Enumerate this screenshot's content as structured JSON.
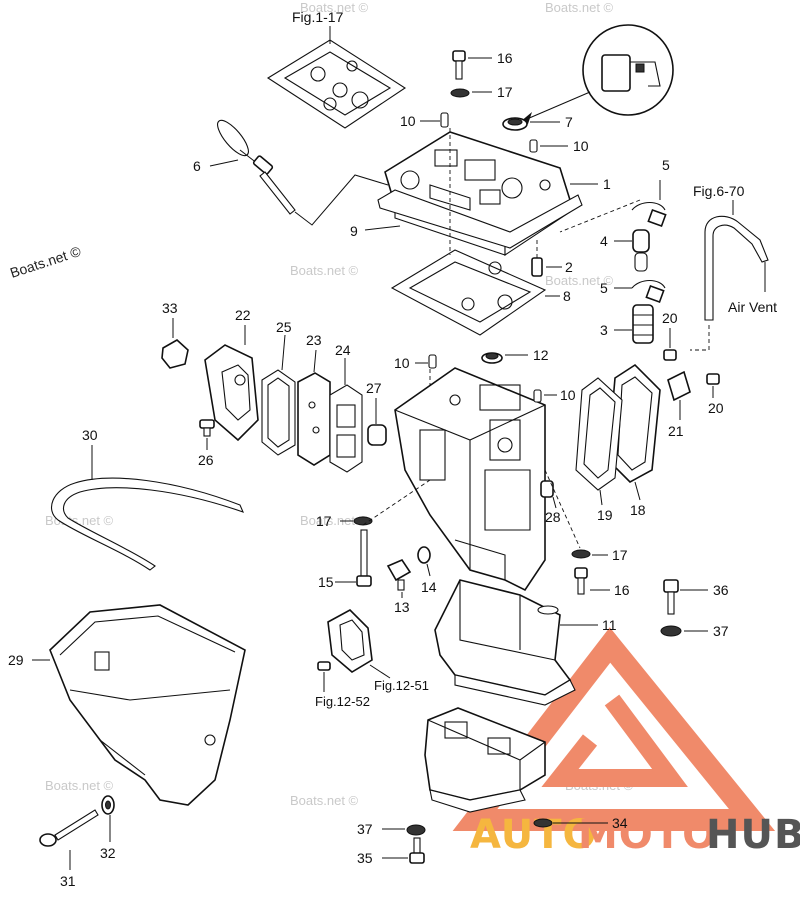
{
  "labels": {
    "p1": "1",
    "p2": "2",
    "p3": "3",
    "p4": "4",
    "p5a": "5",
    "p5b": "5",
    "p6": "6",
    "p7": "7",
    "p8": "8",
    "p9": "9",
    "p10a": "10",
    "p10b": "10",
    "p10c": "10",
    "p10d": "10",
    "p11": "11",
    "p12": "12",
    "p13": "13",
    "p14": "14",
    "p15": "15",
    "p16a": "16",
    "p16b": "16",
    "p17a": "17",
    "p17b": "17",
    "p17c": "17",
    "p18": "18",
    "p19": "19",
    "p20a": "20",
    "p20b": "20",
    "p21": "21",
    "p22": "22",
    "p23": "23",
    "p24": "24",
    "p25": "25",
    "p26": "26",
    "p27": "27",
    "p28": "28",
    "p29": "29",
    "p30": "30",
    "p31": "31",
    "p32": "32",
    "p33": "33",
    "p34": "34",
    "p35": "35",
    "p36": "36",
    "p37a": "37",
    "p37b": "37"
  },
  "references": {
    "fig_1_17": "Fig.1-17",
    "fig_6_70": "Fig.6-70",
    "fig_12_51": "Fig.12-51",
    "fig_12_52": "Fig.12-52",
    "air_vent": "Air Vent"
  },
  "watermarks": {
    "main": "Boats.net ©",
    "faint": "Boats.net ©"
  },
  "logo": {
    "part1": "AUTO",
    "part2": "MOTO",
    "part3": "HUB",
    "color_primary": "#f08a6a",
    "color_dark": "#555555"
  }
}
